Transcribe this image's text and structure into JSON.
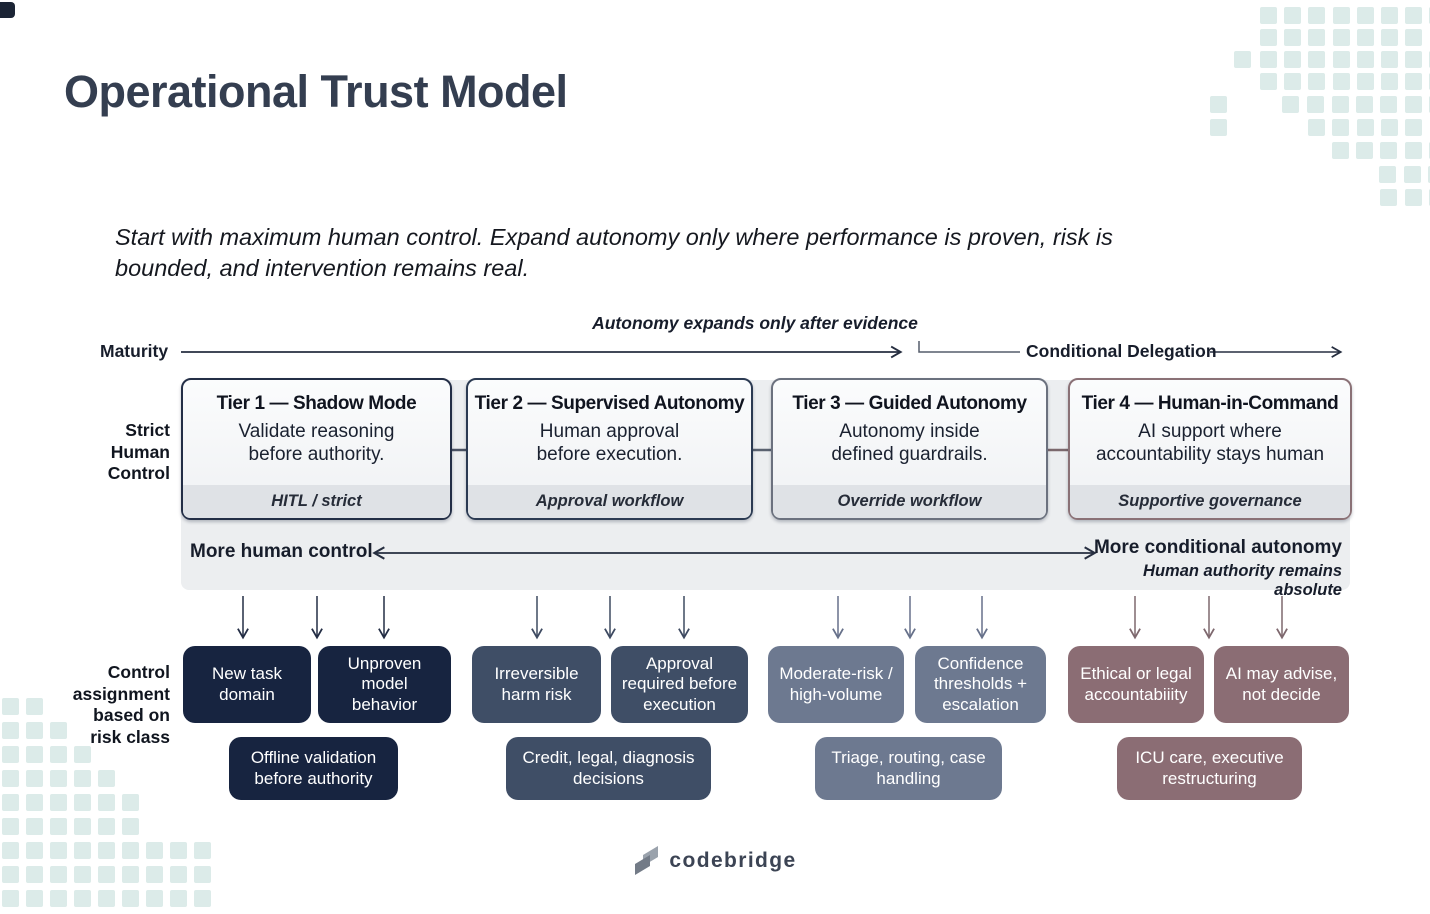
{
  "title": "Operational Trust Model",
  "subtitle": "Start with maximum human control. Expand autonomy only where performance is proven, risk is\nbounded, and intervention remains real.",
  "axis": {
    "maturity_label": "Maturity",
    "evidence_note": "Autonomy expands only after evidence",
    "conditional_label": "Conditional Delegation"
  },
  "side_labels": {
    "strict": "Strict\nHuman\nControl",
    "assignment": "Control\nassignment\nbased on\nrisk class"
  },
  "tiers": [
    {
      "title": "Tier 1 — Shadow Mode",
      "body": "Validate reasoning\nbefore authority.",
      "footer": "HITL / strict",
      "border_color": "#232e46"
    },
    {
      "title": "Tier 2 — Supervised Autonomy",
      "body": "Human approval\nbefore execution.",
      "footer": "Approval workflow",
      "border_color": "#2b3a52"
    },
    {
      "title": "Tier 3 — Guided Autonomy",
      "body": "Autonomy inside\ndefined guardrails.",
      "footer": "Override workflow",
      "border_color": "#6b717e"
    },
    {
      "title": "Tier 4 — Human-in-Command",
      "body": "AI support where\naccountability stays human",
      "footer": "Supportive governance",
      "border_color": "#8a7176"
    }
  ],
  "control_scale": {
    "left": "More human control",
    "right": "More conditional autonomy",
    "right_sub": "Human authority remains absolute"
  },
  "risk_groups": [
    {
      "color": "#172440",
      "boxes": [
        "New task\ndomain",
        "Unproven\nmodel\nbehavior"
      ],
      "example": "Offline validation\nbefore authority"
    },
    {
      "color": "#3f4e66",
      "boxes": [
        "Irreversible\nharm risk",
        "Approval\nrequired before\nexecution"
      ],
      "example": "Credit, legal, diagnosis\ndecisions"
    },
    {
      "color": "#6d7990",
      "boxes": [
        "Moderate-risk /\nhigh-volume",
        "Confidence\nthresholds +\nescalation"
      ],
      "example": "Triage, routing, case\nhandling"
    },
    {
      "color": "#8b6d74",
      "boxes": [
        "Ethical or legal\naccountabiiity",
        "AI may advise,\nnot decide"
      ],
      "example": "ICU care, executive\nrestructuring"
    }
  ],
  "footer": {
    "logo_text": "codebridge"
  },
  "colors": {
    "mint": "#dcebe9",
    "panel": "#eceef0",
    "corner_chip": "#1b2435",
    "arrow_dark": "#262e40",
    "arrow_g1": "#232d44",
    "arrow_g2": "#3e4a61",
    "arrow_g3": "#67718a",
    "arrow_g4": "#7e686e"
  }
}
